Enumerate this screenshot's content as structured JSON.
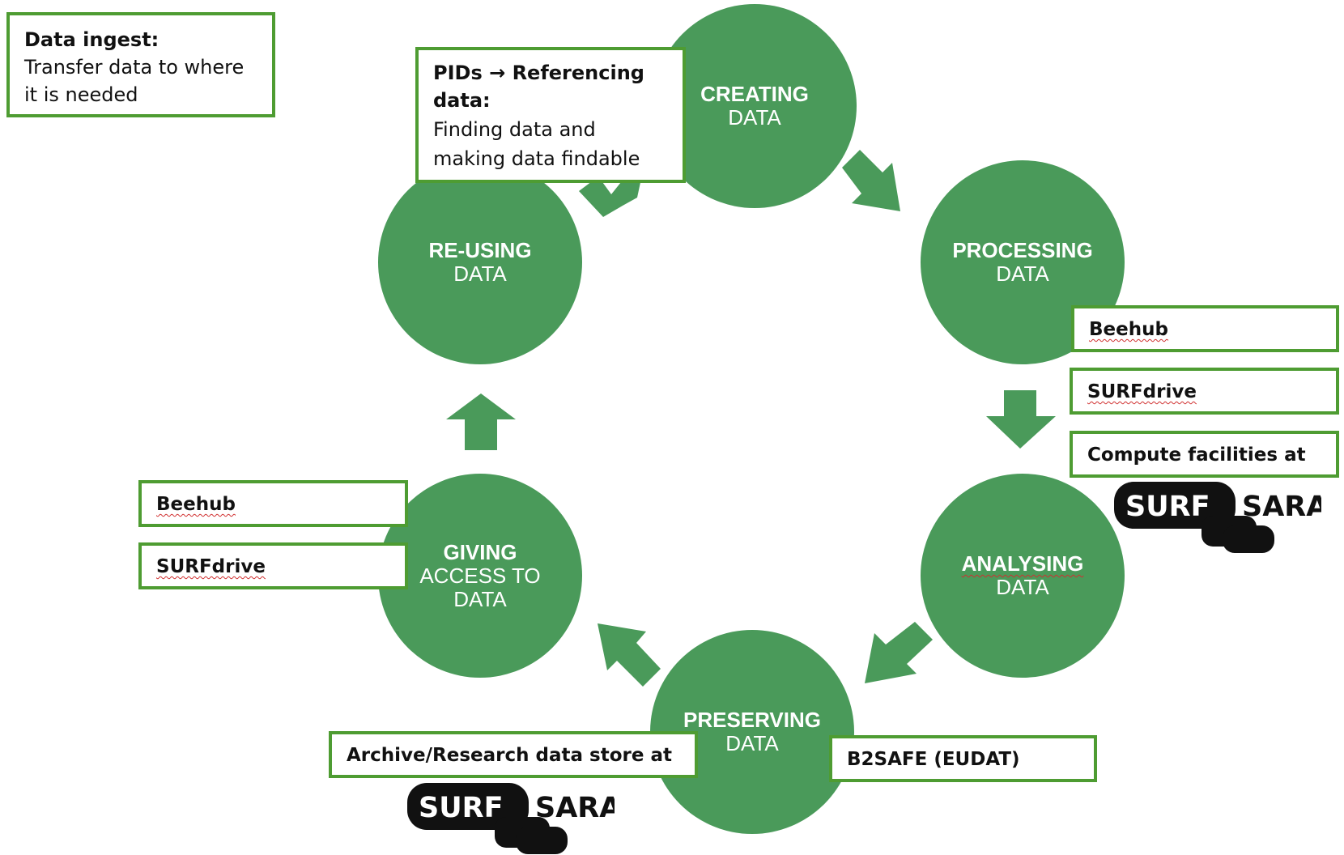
{
  "cycle": {
    "creating": {
      "line1": "CREATING",
      "line2": "DATA"
    },
    "processing": {
      "line1": "PROCESSING",
      "line2": "DATA"
    },
    "analysing": {
      "line1": "ANALYSING",
      "line2": "DATA"
    },
    "preserving": {
      "line1": "PRESERVING",
      "line2": "DATA"
    },
    "giving": {
      "line1": "GIVING",
      "line2": "ACCESS TO",
      "line3": "DATA"
    },
    "reusing": {
      "line1": "RE-USING",
      "line2": "DATA"
    }
  },
  "callouts": {
    "ingest": {
      "title": "Data ingest:",
      "line1": "Transfer data to where",
      "line2": "it is needed"
    },
    "pids": {
      "title_a": "PIDs",
      "arrow": "→",
      "title_b": "Referencing",
      "title_c": "data:",
      "line1": "Finding data and",
      "line2": "making data findable"
    },
    "processing_1": "Beehub",
    "processing_2": "SURFdrive",
    "processing_3": "Compute facilities at",
    "giving_1": "Beehub",
    "giving_2": "SURFdrive",
    "archive": "Archive/Research data store at",
    "b2safe": "B2SAFE (EUDAT)"
  },
  "logos": {
    "surf": "SURF",
    "sara": "SARA"
  },
  "colors": {
    "circle": "#4a9a5a",
    "box_border": "#4e9c32",
    "logo_black": "#111111"
  }
}
